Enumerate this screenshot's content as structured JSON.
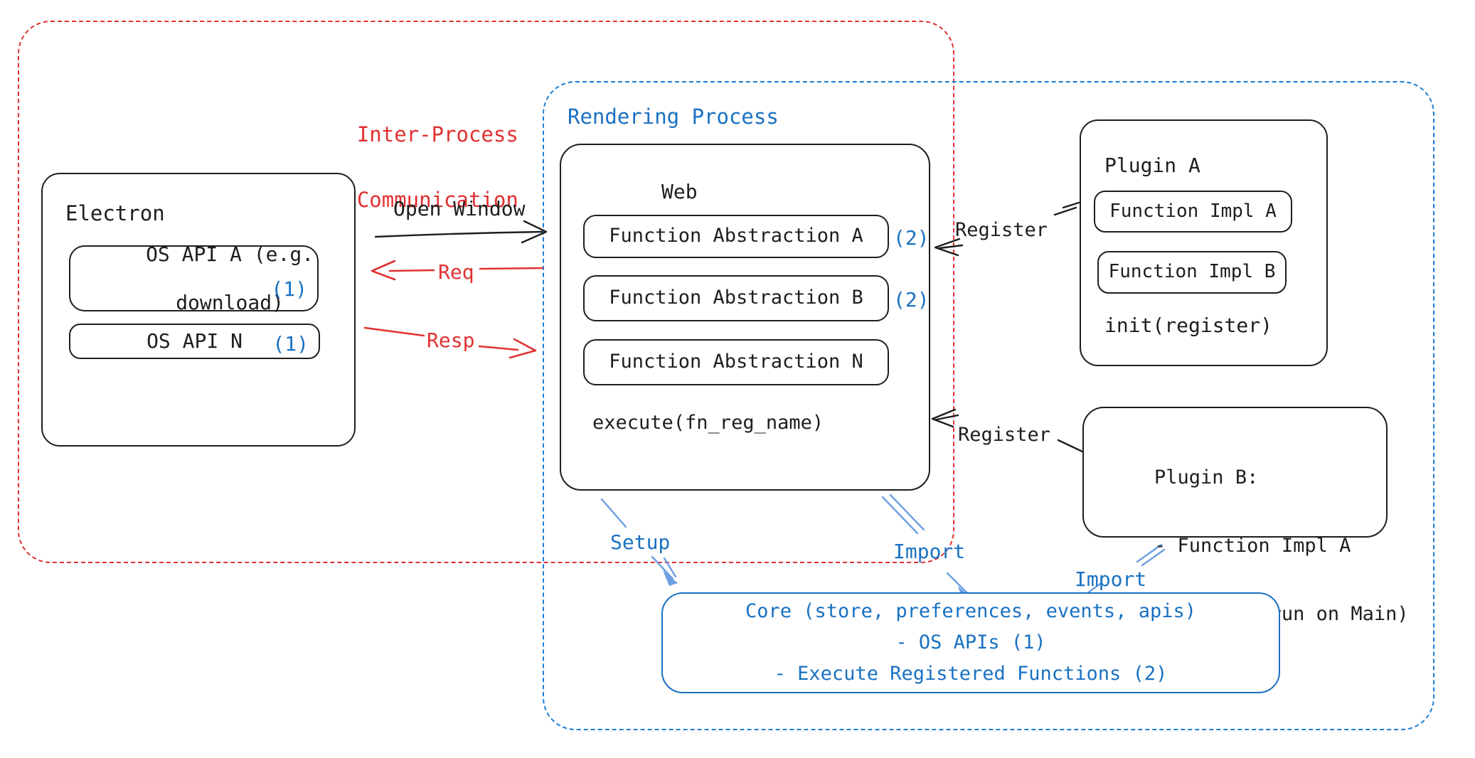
{
  "colors": {
    "red": "#e03131",
    "blue": "#1971c2",
    "arrow_blue": "#6b9fe0",
    "ink": "#1e1e1e"
  },
  "groups": {
    "ipc": {
      "label_line1": "Inter-Process",
      "label_line2": "Communication"
    },
    "rendering": {
      "label": "Rendering Process"
    }
  },
  "electron": {
    "title": "Electron",
    "api_a": {
      "line1": "OS API A (e.g.",
      "line2": "download)",
      "badge": "(1)"
    },
    "api_n": {
      "label": "OS API N",
      "badge": "(1)"
    }
  },
  "web": {
    "title": "Web",
    "abstractions": [
      {
        "label": "Function Abstraction A",
        "badge": "(2)"
      },
      {
        "label": "Function Abstraction B",
        "badge": "(2)"
      },
      {
        "label": "Function Abstraction N",
        "badge": ""
      }
    ],
    "execute": "execute(fn_reg_name)"
  },
  "plugin_a": {
    "title": "Plugin A",
    "impl_a": "Function Impl A",
    "impl_b": "Function Impl B",
    "init": "init(register)"
  },
  "plugin_b": {
    "title": "Plugin B:",
    "line1": "- Function Impl A",
    "line2": "- Module (run on Main)"
  },
  "core": {
    "line1": "Core (store, preferences, events, apis)",
    "line2": "- OS APIs (1)",
    "line3": "- Execute Registered Functions (2)"
  },
  "edges": {
    "open_window": "Open Window",
    "req": "Req",
    "resp": "Resp",
    "register_top": "Register",
    "register_bottom": "Register",
    "setup": "Setup",
    "import_web": "Import",
    "import_plugin": "Import"
  }
}
